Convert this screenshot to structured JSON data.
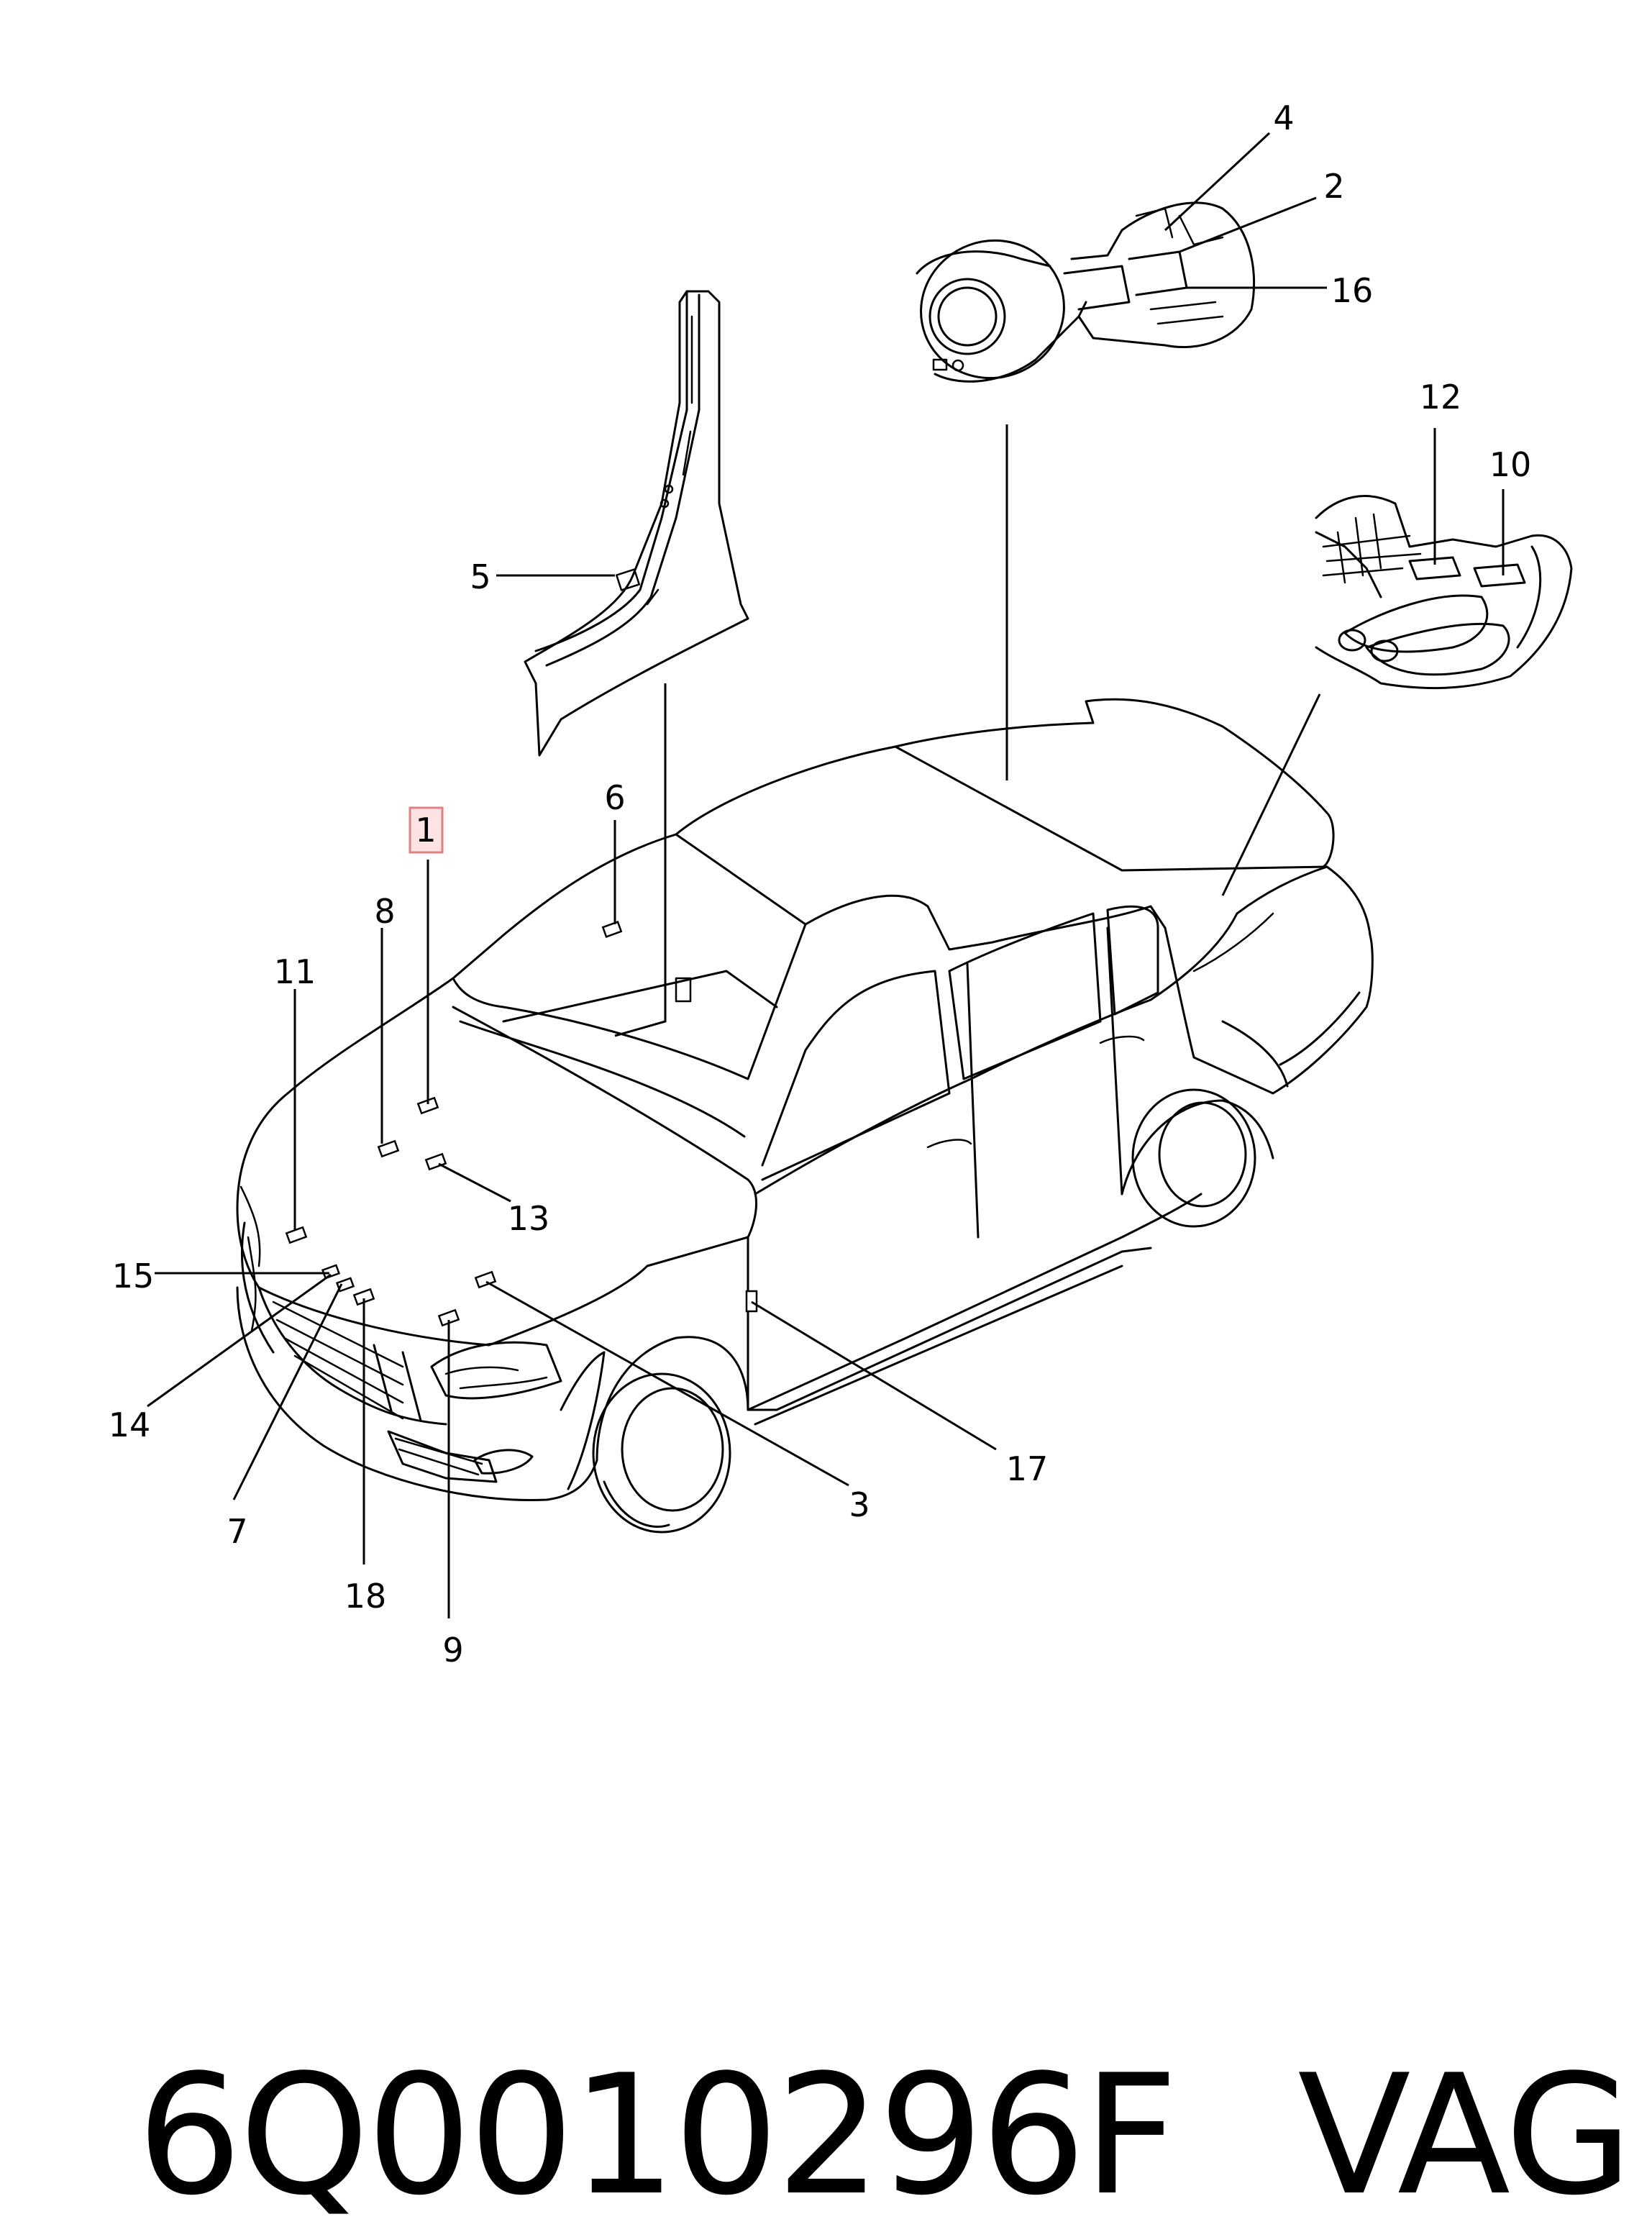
{
  "callouts": [
    {
      "id": "1",
      "highlighted": true
    },
    {
      "id": "2"
    },
    {
      "id": "3"
    },
    {
      "id": "4"
    },
    {
      "id": "5"
    },
    {
      "id": "6"
    },
    {
      "id": "7"
    },
    {
      "id": "8"
    },
    {
      "id": "9"
    },
    {
      "id": "10"
    },
    {
      "id": "11"
    },
    {
      "id": "12"
    },
    {
      "id": "13"
    },
    {
      "id": "14"
    },
    {
      "id": "15"
    },
    {
      "id": "16"
    },
    {
      "id": "17"
    },
    {
      "id": "18"
    }
  ],
  "highlight_color": "#fde3e3",
  "footer": {
    "part_number": "6Q0010296F",
    "brand": "VAG"
  }
}
